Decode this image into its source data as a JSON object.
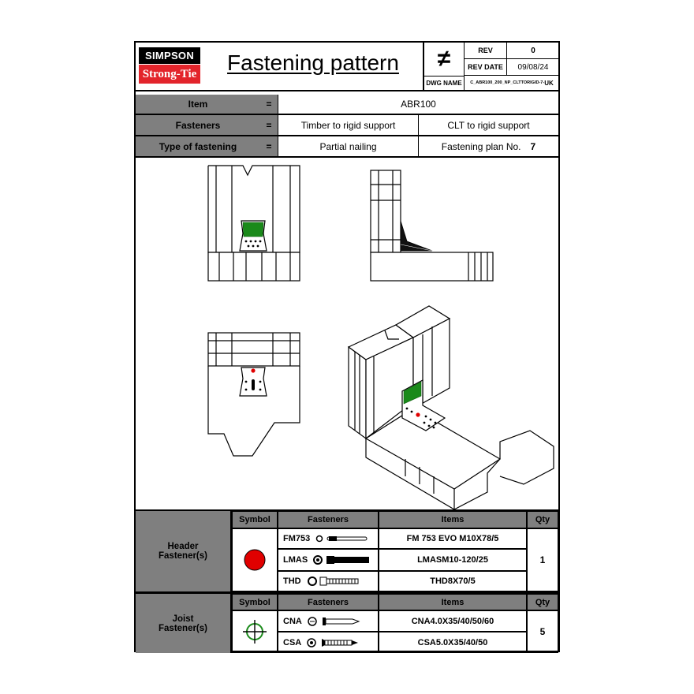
{
  "header": {
    "brand_top": "SIMPSON",
    "brand_bottom": "Strong-Tie",
    "title": "Fastening pattern",
    "not_equal_symbol": "≠",
    "rev_label": "REV",
    "rev_value": "0",
    "rev_date_label": "REV DATE",
    "rev_date_value": "09/08/24",
    "dwg_name_label": "DWG NAME",
    "dwg_name_value": "C_ABR100_200_NP_CLTTORIGID-7-",
    "dwg_name_suffix": "UK"
  },
  "info": {
    "item_label": "Item",
    "item_value": "ABR100",
    "fasteners_label": "Fasteners",
    "fasteners_value_a": "Timber to rigid support",
    "fasteners_value_b": "CLT to rigid support",
    "type_label": "Type of fastening",
    "type_value": "Partial nailing",
    "plan_label": "Fastening plan No.",
    "plan_value": "7",
    "equals": "="
  },
  "tables": {
    "symbol_header": "Symbol",
    "fasteners_header": "Fasteners",
    "items_header": "Items",
    "qty_header": "Qty",
    "header_group": {
      "label": "Header\nFastener(s)",
      "qty": "1",
      "rows": [
        {
          "fastener": "FM753",
          "item": "FM 753 EVO M10X78/5"
        },
        {
          "fastener": "LMAS",
          "item": "LMASM10-120/25"
        },
        {
          "fastener": "THD",
          "item": "THD8X70/5"
        }
      ]
    },
    "joist_group": {
      "label": "Joist\nFastener(s)",
      "qty": "5",
      "rows": [
        {
          "fastener": "CNA",
          "item": "CNA4.0X35/40/50/60"
        },
        {
          "fastener": "CSA",
          "item": "CSA5.0X35/40/50"
        }
      ]
    }
  },
  "colors": {
    "brand_red": "#e3242b",
    "header_dot": "#e00000",
    "joist_symbol": "#1a8a1a",
    "label_gray": "#7f7f7f"
  }
}
